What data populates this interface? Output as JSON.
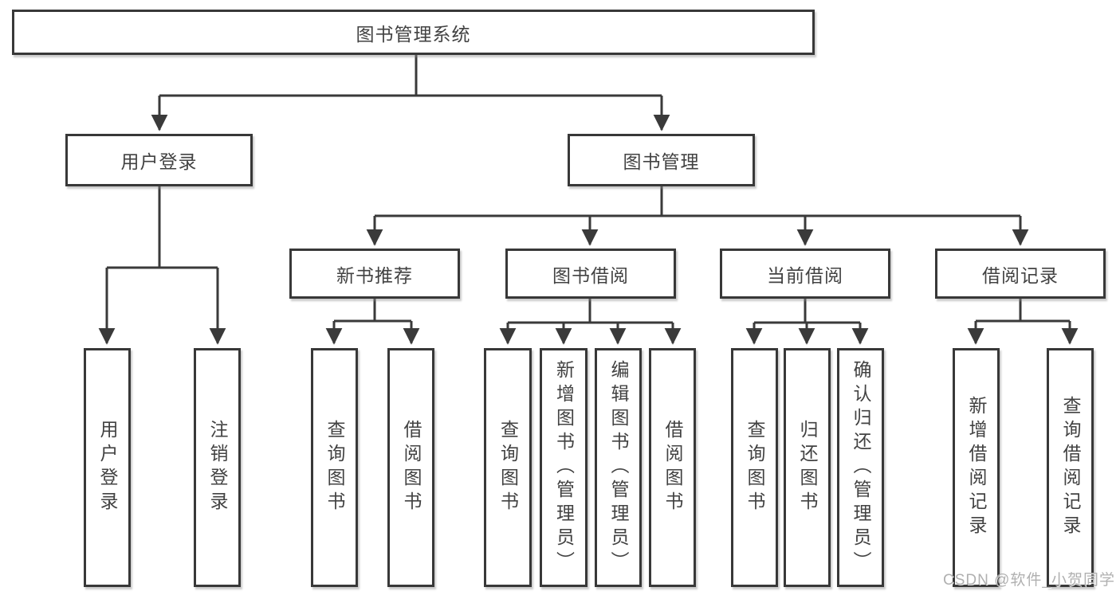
{
  "diagram": {
    "root": "图书管理系统",
    "level1": {
      "user_login": "用户登录",
      "book_management": "图书管理"
    },
    "level2": {
      "new_book": "新书推荐",
      "book_borrow": "图书借阅",
      "current_borrow": "当前借阅",
      "borrow_record": "借阅记录"
    },
    "leaves": {
      "user_login": [
        "用户登录",
        "注销登录"
      ],
      "new_book": [
        "查询图书",
        "借阅图书"
      ],
      "book_borrow": [
        "查询图书",
        "新增图书（管理员）",
        "编辑图书（管理员）",
        "借阅图书"
      ],
      "current_borrow": [
        "查询图书",
        "归还图书",
        "确认归还（管理员）"
      ],
      "borrow_record": [
        "新增借阅记录",
        "查询借阅记录"
      ]
    },
    "watermark": "CSDN @软件_小贺同学"
  }
}
